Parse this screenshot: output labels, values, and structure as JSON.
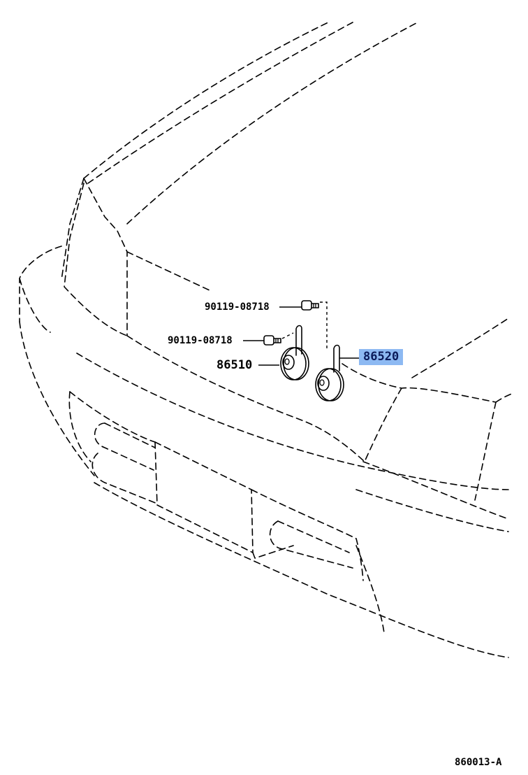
{
  "diagram": {
    "labels": {
      "bolt_upper": "90119-08718",
      "bolt_lower": "90119-08718",
      "horn_low": "86510",
      "horn_high": "86520",
      "figure_code": "860013-A"
    },
    "highlight_color": "#8db9f2"
  }
}
